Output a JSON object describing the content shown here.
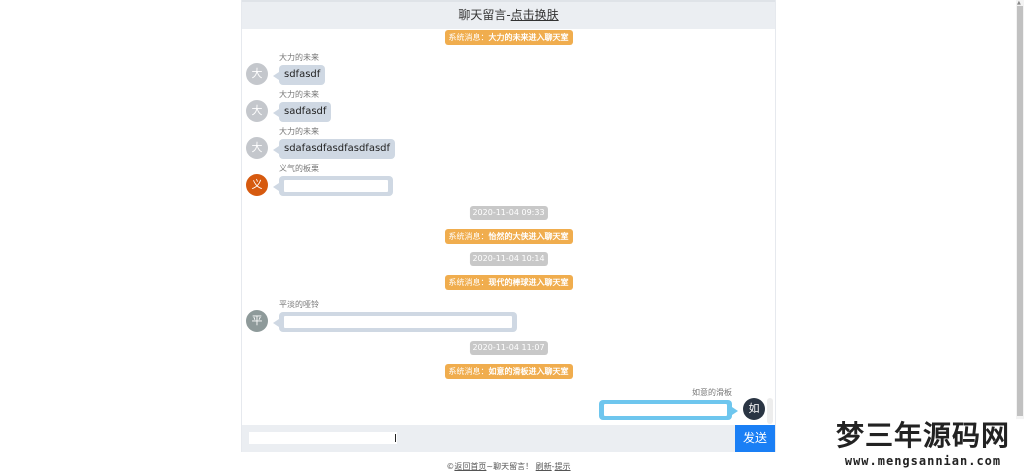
{
  "header": {
    "title": "聊天留言-",
    "skin_link": "点击换肤"
  },
  "colors": {
    "system_msg_bg": "#f0ad4e",
    "time_bg": "#c8c8c8",
    "bubble_other": "#cfd8e3",
    "bubble_self": "#6ec6ee",
    "send_button": "#1a7ff5",
    "header_bg": "#ebeef2"
  },
  "messages": [
    {
      "type": "system",
      "prefix": "系统消息：",
      "text": "大力的未来进入聊天室"
    },
    {
      "type": "chat",
      "nick": "大力的未来",
      "avatar_char": "大",
      "avatar_color": "#c4c7cc",
      "text": "sdfasdf"
    },
    {
      "type": "chat",
      "nick": "大力的未来",
      "avatar_char": "大",
      "avatar_color": "#c4c7cc",
      "text": "sadfasdf"
    },
    {
      "type": "chat",
      "nick": "大力的未来",
      "avatar_char": "大",
      "avatar_color": "#c4c7cc",
      "text": "sdafasdfasdfasdfasdf"
    },
    {
      "type": "chat",
      "nick": "义气的板栗",
      "avatar_char": "义",
      "avatar_color": "#d65a0f",
      "text": ""
    },
    {
      "type": "time",
      "text": "2020-11-04 09:33"
    },
    {
      "type": "system",
      "prefix": "系统消息：",
      "text": "怡然的大侠进入聊天室"
    },
    {
      "type": "time",
      "text": "2020-11-04 10:14"
    },
    {
      "type": "system",
      "prefix": "系统消息：",
      "text": "现代的棒球进入聊天室"
    },
    {
      "type": "chat",
      "nick": "平淡的哑铃",
      "avatar_char": "平",
      "avatar_color": "#8e9a9a",
      "text": ""
    },
    {
      "type": "time",
      "text": "2020-11-04 11:07"
    },
    {
      "type": "system",
      "prefix": "系统消息：",
      "text": "如意的滑板进入聊天室"
    },
    {
      "type": "chat_self",
      "nick": "如意的滑板",
      "avatar_char": "如",
      "avatar_color": "#2a3543",
      "text": ""
    }
  ],
  "input": {
    "value": "",
    "placeholder": ""
  },
  "send_button": "发送",
  "footer": {
    "copyright": "©",
    "home_link": "返回首页",
    "middle_text": "~聊天留言！",
    "refresh_link": "刷新",
    "separator": "-",
    "tip_link": "提示"
  },
  "watermark": {
    "title": "梦三年源码网",
    "url": "www.mengsannian.com"
  }
}
